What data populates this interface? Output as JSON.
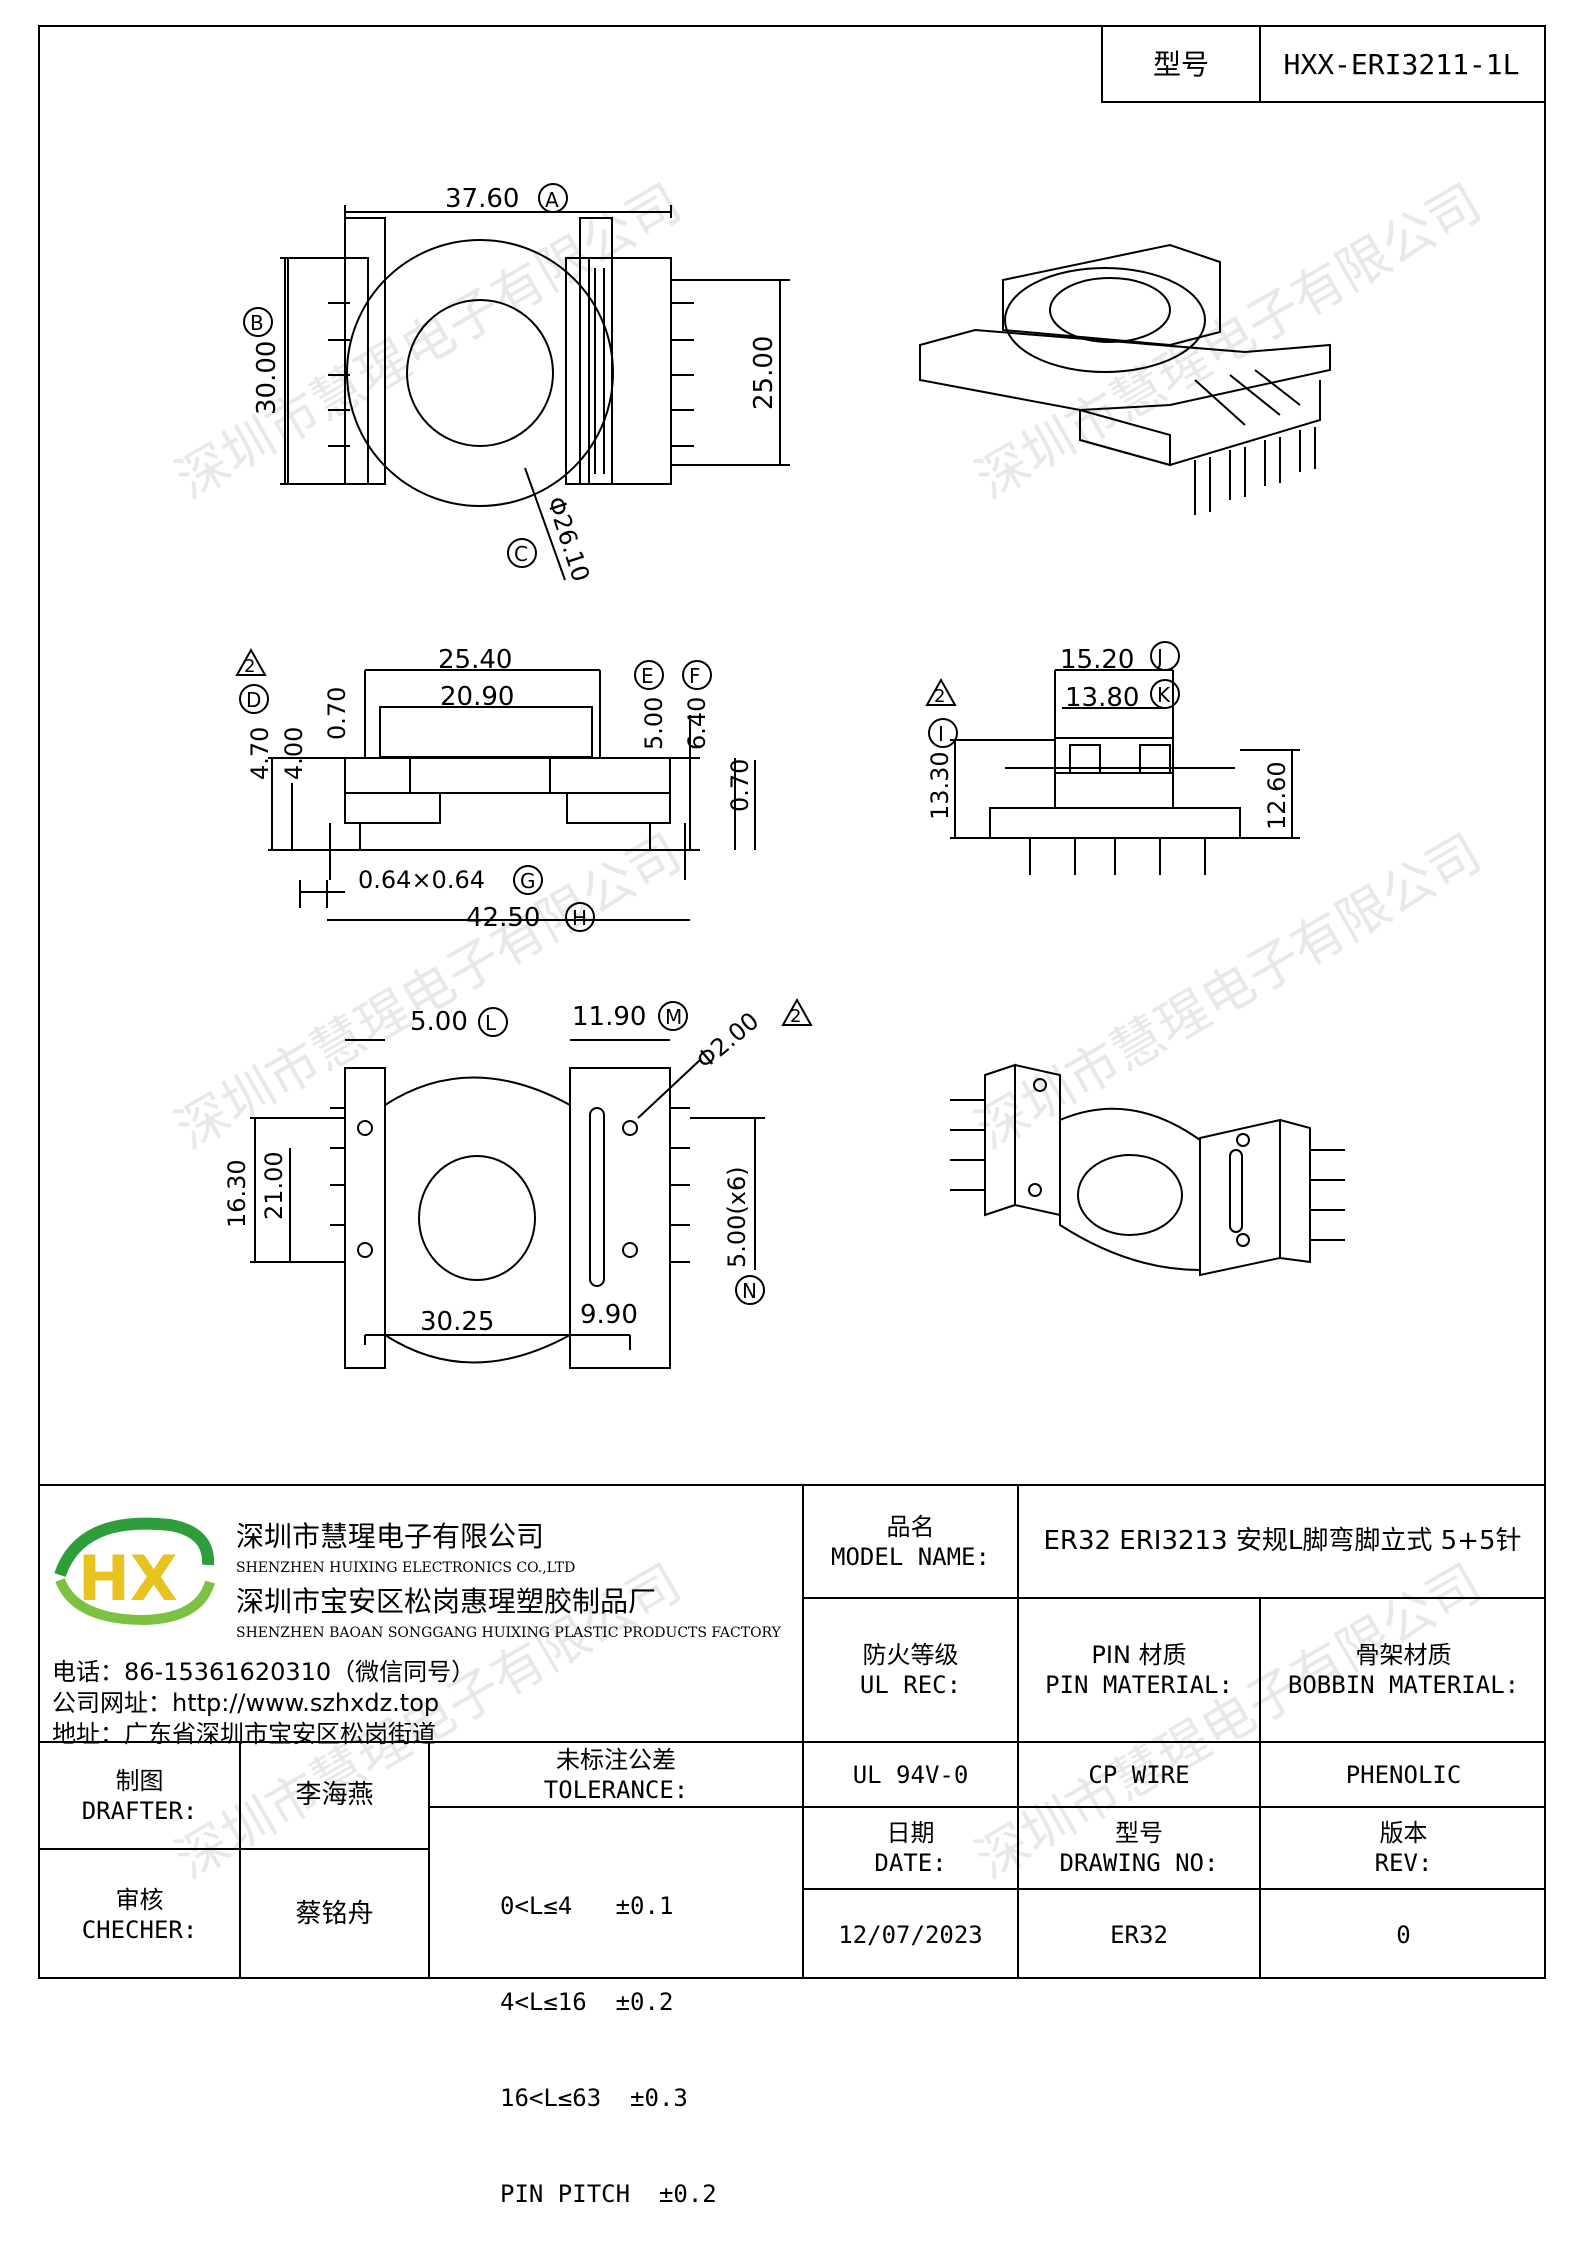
{
  "header": {
    "model_label": "型号",
    "model_value": "HXX-ERI3211-1L"
  },
  "watermark": "深圳市慧瑆电子有限公司",
  "drawing": {
    "dims": {
      "A": "37.60",
      "B": "30.00",
      "C": "Φ26.10",
      "d25": "25.00",
      "d2540": "25.40",
      "d2090": "20.90",
      "d070a": "0.70",
      "d470": "4.70",
      "d400": "4.00",
      "d500": "5.00",
      "d640": "6.40",
      "d070b": "0.70",
      "G": "0.64×0.64",
      "H": "42.50",
      "J": "15.20",
      "K": "13.80",
      "I": "13.30",
      "d1260": "12.60",
      "L": "5.00",
      "M": "11.90",
      "hole": "Φ2.00",
      "d1630": "16.30",
      "d2100": "21.00",
      "d3025": "30.25",
      "d990": "9.90",
      "pitch": "5.00(x6)"
    },
    "callouts": {
      "A": "A",
      "B": "B",
      "C": "C",
      "D": "D",
      "E": "E",
      "F": "F",
      "G": "G",
      "H": "H",
      "I": "I",
      "J": "J",
      "K": "K",
      "L": "L",
      "M": "M",
      "N": "N"
    },
    "rev_mark": "2"
  },
  "company": {
    "logo_text": "HX",
    "name_cn": "深圳市慧瑆电子有限公司",
    "name_en": "SHENZHEN HUIXING ELECTRONICS CO.,LTD",
    "factory_cn": "深圳市宝安区松岗惠瑆塑胶制品厂",
    "factory_en": "SHENZHEN BAOAN SONGGANG HUIXING PLASTIC PRODUCTS FACTORY",
    "phone": "电话：86-15361620310（微信同号）",
    "web": "公司网址：http://www.szhxdz.top",
    "address": "地址：广东省深圳市宝安区松岗街道"
  },
  "title_block": {
    "model_name_cn": "品名",
    "model_name_en": "MODEL NAME:",
    "model_name_value": "ER32 ERI3213 安规L脚弯脚立式 5+5针",
    "ul_cn": "防火等级",
    "ul_en": "UL REC:",
    "pin_cn": "PIN 材质",
    "pin_en": "PIN MATERIAL:",
    "bobbin_cn": "骨架材质",
    "bobbin_en": "BOBBIN MATERIAL:",
    "ul_value": "UL 94V-0",
    "pin_value": "CP WIRE",
    "bobbin_value": "PHENOLIC",
    "drafter_cn": "制图",
    "drafter_en": "DRAFTER:",
    "drafter_value": "李海燕",
    "checker_cn": "审核",
    "checker_en": "CHECHER:",
    "checker_value": "蔡铭舟",
    "tol_cn": "未标注公差",
    "tol_en": "TOLERANCE:",
    "tol_lines": [
      "0<L≤4   ±0.1",
      "4<L≤16  ±0.2",
      "16<L≤63  ±0.3",
      "PIN PITCH  ±0.2"
    ],
    "date_cn": "日期",
    "date_en": "DATE:",
    "date_value": "12/07/2023",
    "dwg_cn": "型号",
    "dwg_en": "DRAWING NO:",
    "dwg_value": "ER32",
    "rev_cn": "版本",
    "rev_en": "REV:",
    "rev_value": "0"
  }
}
